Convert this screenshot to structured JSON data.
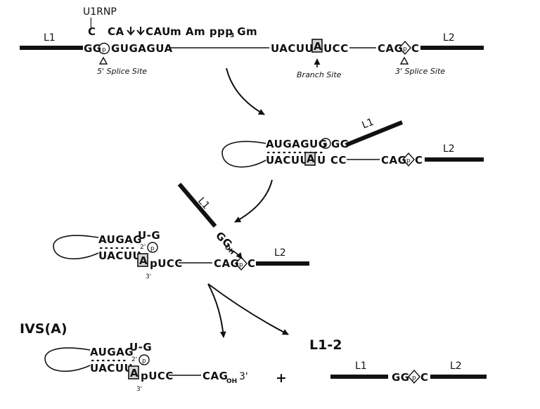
{
  "top": {
    "u1rnp": "U1RNP",
    "bar": "|",
    "c": "C",
    "u1_seq": "CA",
    "cau": "CAU",
    "cap": "m Am ppp Gm",
    "cap_sub": "3",
    "l1": "L1",
    "l2": "L2",
    "gg": "GG",
    "p": "p",
    "gugagua": "GUGAGUA",
    "uacuu": "UACUU",
    "a": "A",
    "ucc": "UCC",
    "cag": "CAG",
    "c2": "C",
    "splice5": "5' Splice Site",
    "branch": "Branch Site",
    "splice3": "3' Splice Site"
  },
  "step2": {
    "row1": "AUGAGUG",
    "gg": "GG",
    "p": "p",
    "l1": "L1",
    "uacuu": "UACUU",
    "a": "A",
    "u": "U",
    "cc": "CC",
    "cag": "CAG",
    "c": "C",
    "l2": "L2"
  },
  "step3": {
    "l1": "L1",
    "gg": "GG",
    "oh": "OH",
    "augag": "AUGAG",
    "ug": "U-G",
    "two": "2'",
    "p": "p",
    "uacuu": "UACUU",
    "a": "A",
    "pucc": "pUCC",
    "three": "3'",
    "cag": "CAG",
    "c": "C",
    "l2": "L2"
  },
  "step4": {
    "ivs": "IVS(A)",
    "augag": "AUGAG",
    "ug": "U-G",
    "two": "2'",
    "p": "p",
    "uacuu": "UACUU",
    "a": "A",
    "pucc": "pUCC",
    "three": "3'",
    "cag": "CAG",
    "oh": "OH",
    "three2": "3'",
    "plus": "+",
    "l12": "L1-2",
    "l1": "L1",
    "gg": "GG",
    "c": "C",
    "l2": "L2"
  }
}
